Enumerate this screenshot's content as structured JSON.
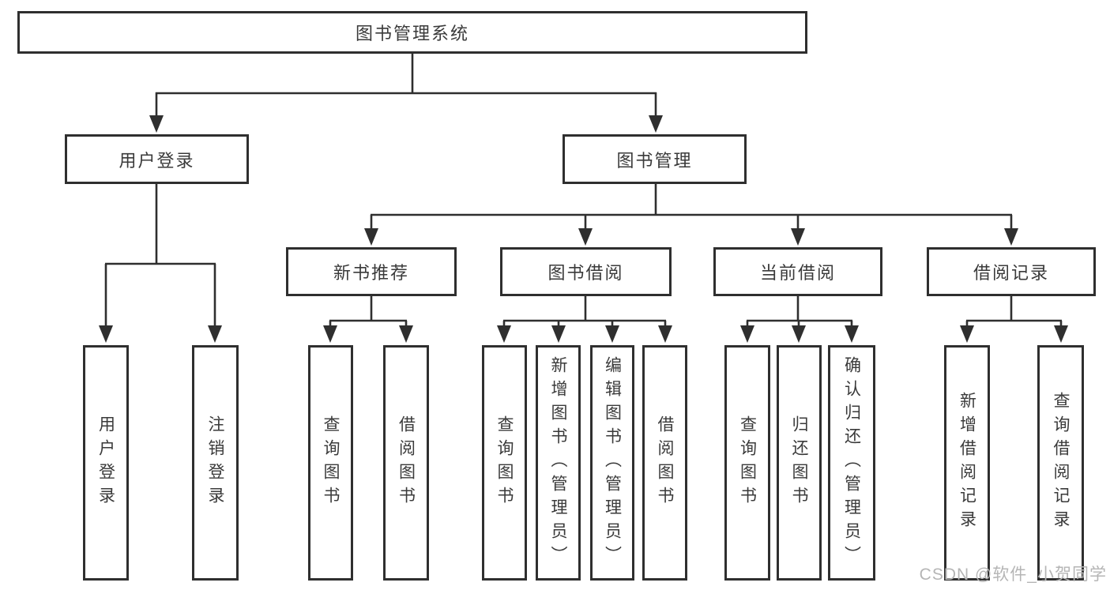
{
  "diagram": {
    "root": {
      "label": "图书管理系统"
    },
    "branches": [
      {
        "label": "用户登录",
        "children": [
          {
            "label": "用户登录"
          },
          {
            "label": "注销登录"
          }
        ]
      },
      {
        "label": "图书管理",
        "children": [
          {
            "label": "新书推荐",
            "children": [
              {
                "label": "查询图书"
              },
              {
                "label": "借阅图书"
              }
            ]
          },
          {
            "label": "图书借阅",
            "children": [
              {
                "label": "查询图书"
              },
              {
                "label": "新增图书（管理员）"
              },
              {
                "label": "编辑图书（管理员）"
              },
              {
                "label": "借阅图书"
              }
            ]
          },
          {
            "label": "当前借阅",
            "children": [
              {
                "label": "查询图书"
              },
              {
                "label": "归还图书"
              },
              {
                "label": "确认归还（管理员）"
              }
            ]
          },
          {
            "label": "借阅记录",
            "children": [
              {
                "label": "新增借阅记录"
              },
              {
                "label": "查询借阅记录"
              }
            ]
          }
        ]
      }
    ]
  },
  "watermark": {
    "text": "CSDN @软件_小贺同学"
  },
  "colors": {
    "line": "#2f2f2f",
    "text": "#3a3a3a",
    "watermark": "#b5b5b5",
    "background": "#ffffff"
  }
}
